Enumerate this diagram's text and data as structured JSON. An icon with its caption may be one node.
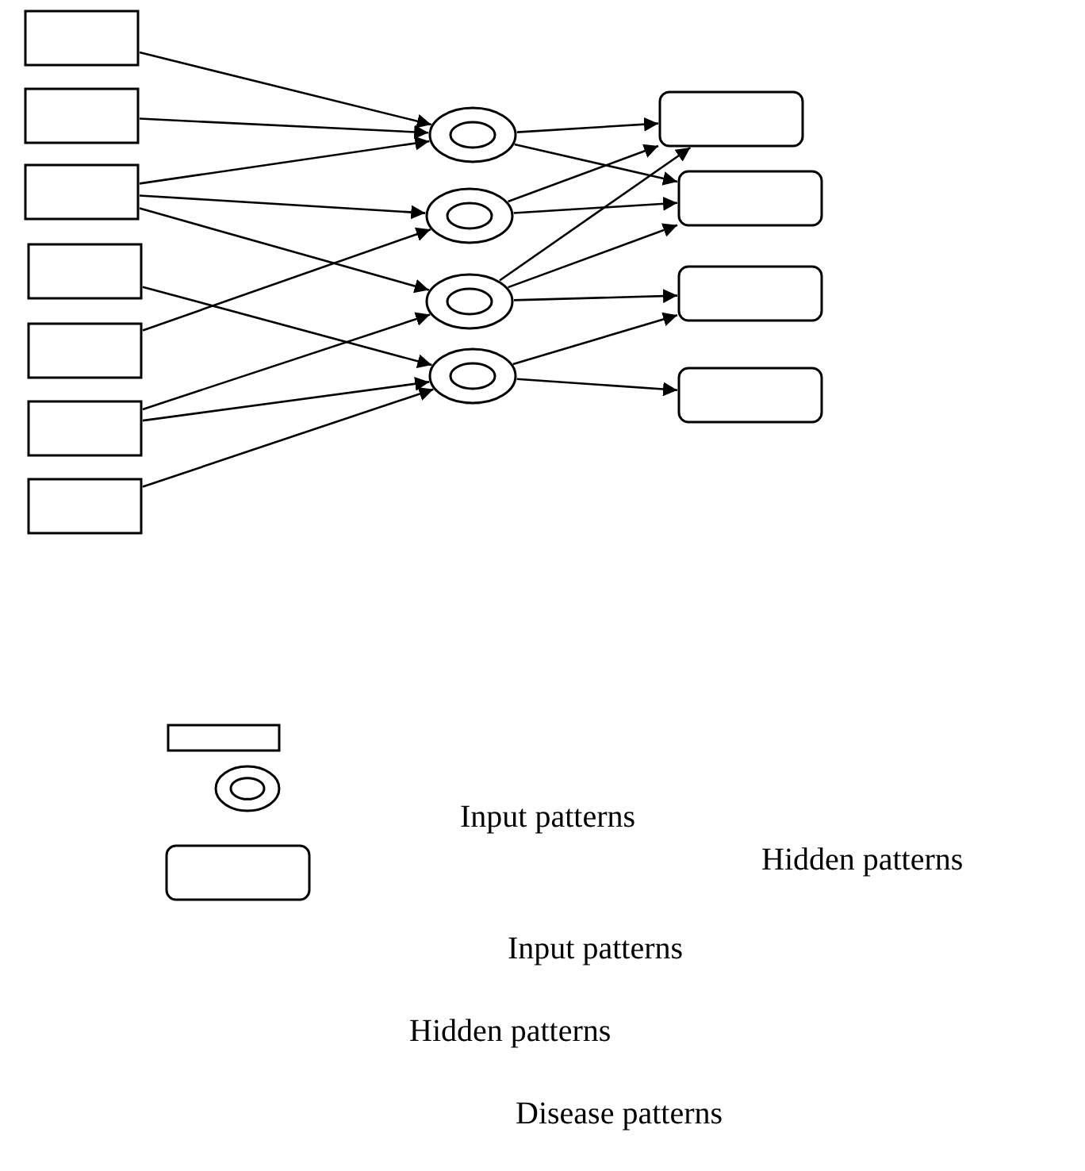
{
  "diagram": {
    "nodes": [
      {
        "text": [],
        "shape": "box"
      },
      {
        "text": [],
        "shape": "box"
      },
      {
        "text": [],
        "shape": "box"
      },
      {
        "text": [],
        "shape": "box"
      },
      {
        "text": [],
        "shape": "box"
      },
      {
        "text": [],
        "shape": "box"
      },
      {
        "text": [],
        "shape": "box"
      },
      {
        "text": [],
        "shape": "circle"
      },
      {
        "text": [],
        "shape": "circle"
      },
      {
        "text": [],
        "shape": "circle"
      },
      {
        "text": [],
        "shape": "circle"
      },
      {
        "text": [],
        "shape": "box"
      },
      {
        "text": [],
        "shape": "box"
      },
      {
        "text": [],
        "shape": "box"
      },
      {
        "text": [],
        "shape": "box"
      },
      {
        "text": [],
        "shape": "box"
      },
      {
        "text": [],
        "shape": "circle"
      },
      {
        "text": [],
        "shape": "box"
      }
    ],
    "edges": [
      {
        "from": 0,
        "to": 7,
        "arrow": "to"
      },
      {
        "from": 1,
        "to": 7,
        "arrow": "to"
      },
      {
        "from": 2,
        "to": 7,
        "arrow": "to"
      },
      {
        "from": 2,
        "to": 8,
        "arrow": "to"
      },
      {
        "from": 2,
        "to": 9,
        "arrow": "to"
      },
      {
        "from": 3,
        "to": 10,
        "arrow": "to"
      },
      {
        "from": 4,
        "to": 8,
        "arrow": "to"
      },
      {
        "from": 5,
        "to": 9,
        "arrow": "to"
      },
      {
        "from": 5,
        "to": 10,
        "arrow": "to"
      },
      {
        "from": 6,
        "to": 10,
        "arrow": "to"
      },
      {
        "from": 7,
        "to": 11,
        "arrow": "to"
      },
      {
        "from": 7,
        "to": 12,
        "arrow": "to"
      },
      {
        "from": 8,
        "to": 11,
        "arrow": "to"
      },
      {
        "from": 8,
        "to": 12,
        "arrow": "to"
      },
      {
        "from": 9,
        "to": 11,
        "arrow": "to"
      },
      {
        "from": 9,
        "to": 12,
        "arrow": "to"
      },
      {
        "from": 9,
        "to": 13,
        "arrow": "to"
      },
      {
        "from": 10,
        "to": 13,
        "arrow": "to"
      },
      {
        "from": 10,
        "to": 14,
        "arrow": "to"
      }
    ],
    "labels": [
      "Input patterns",
      "Hidden patterns",
      "Input patterns",
      "Hidden patterns",
      "Disease patterns"
    ]
  }
}
